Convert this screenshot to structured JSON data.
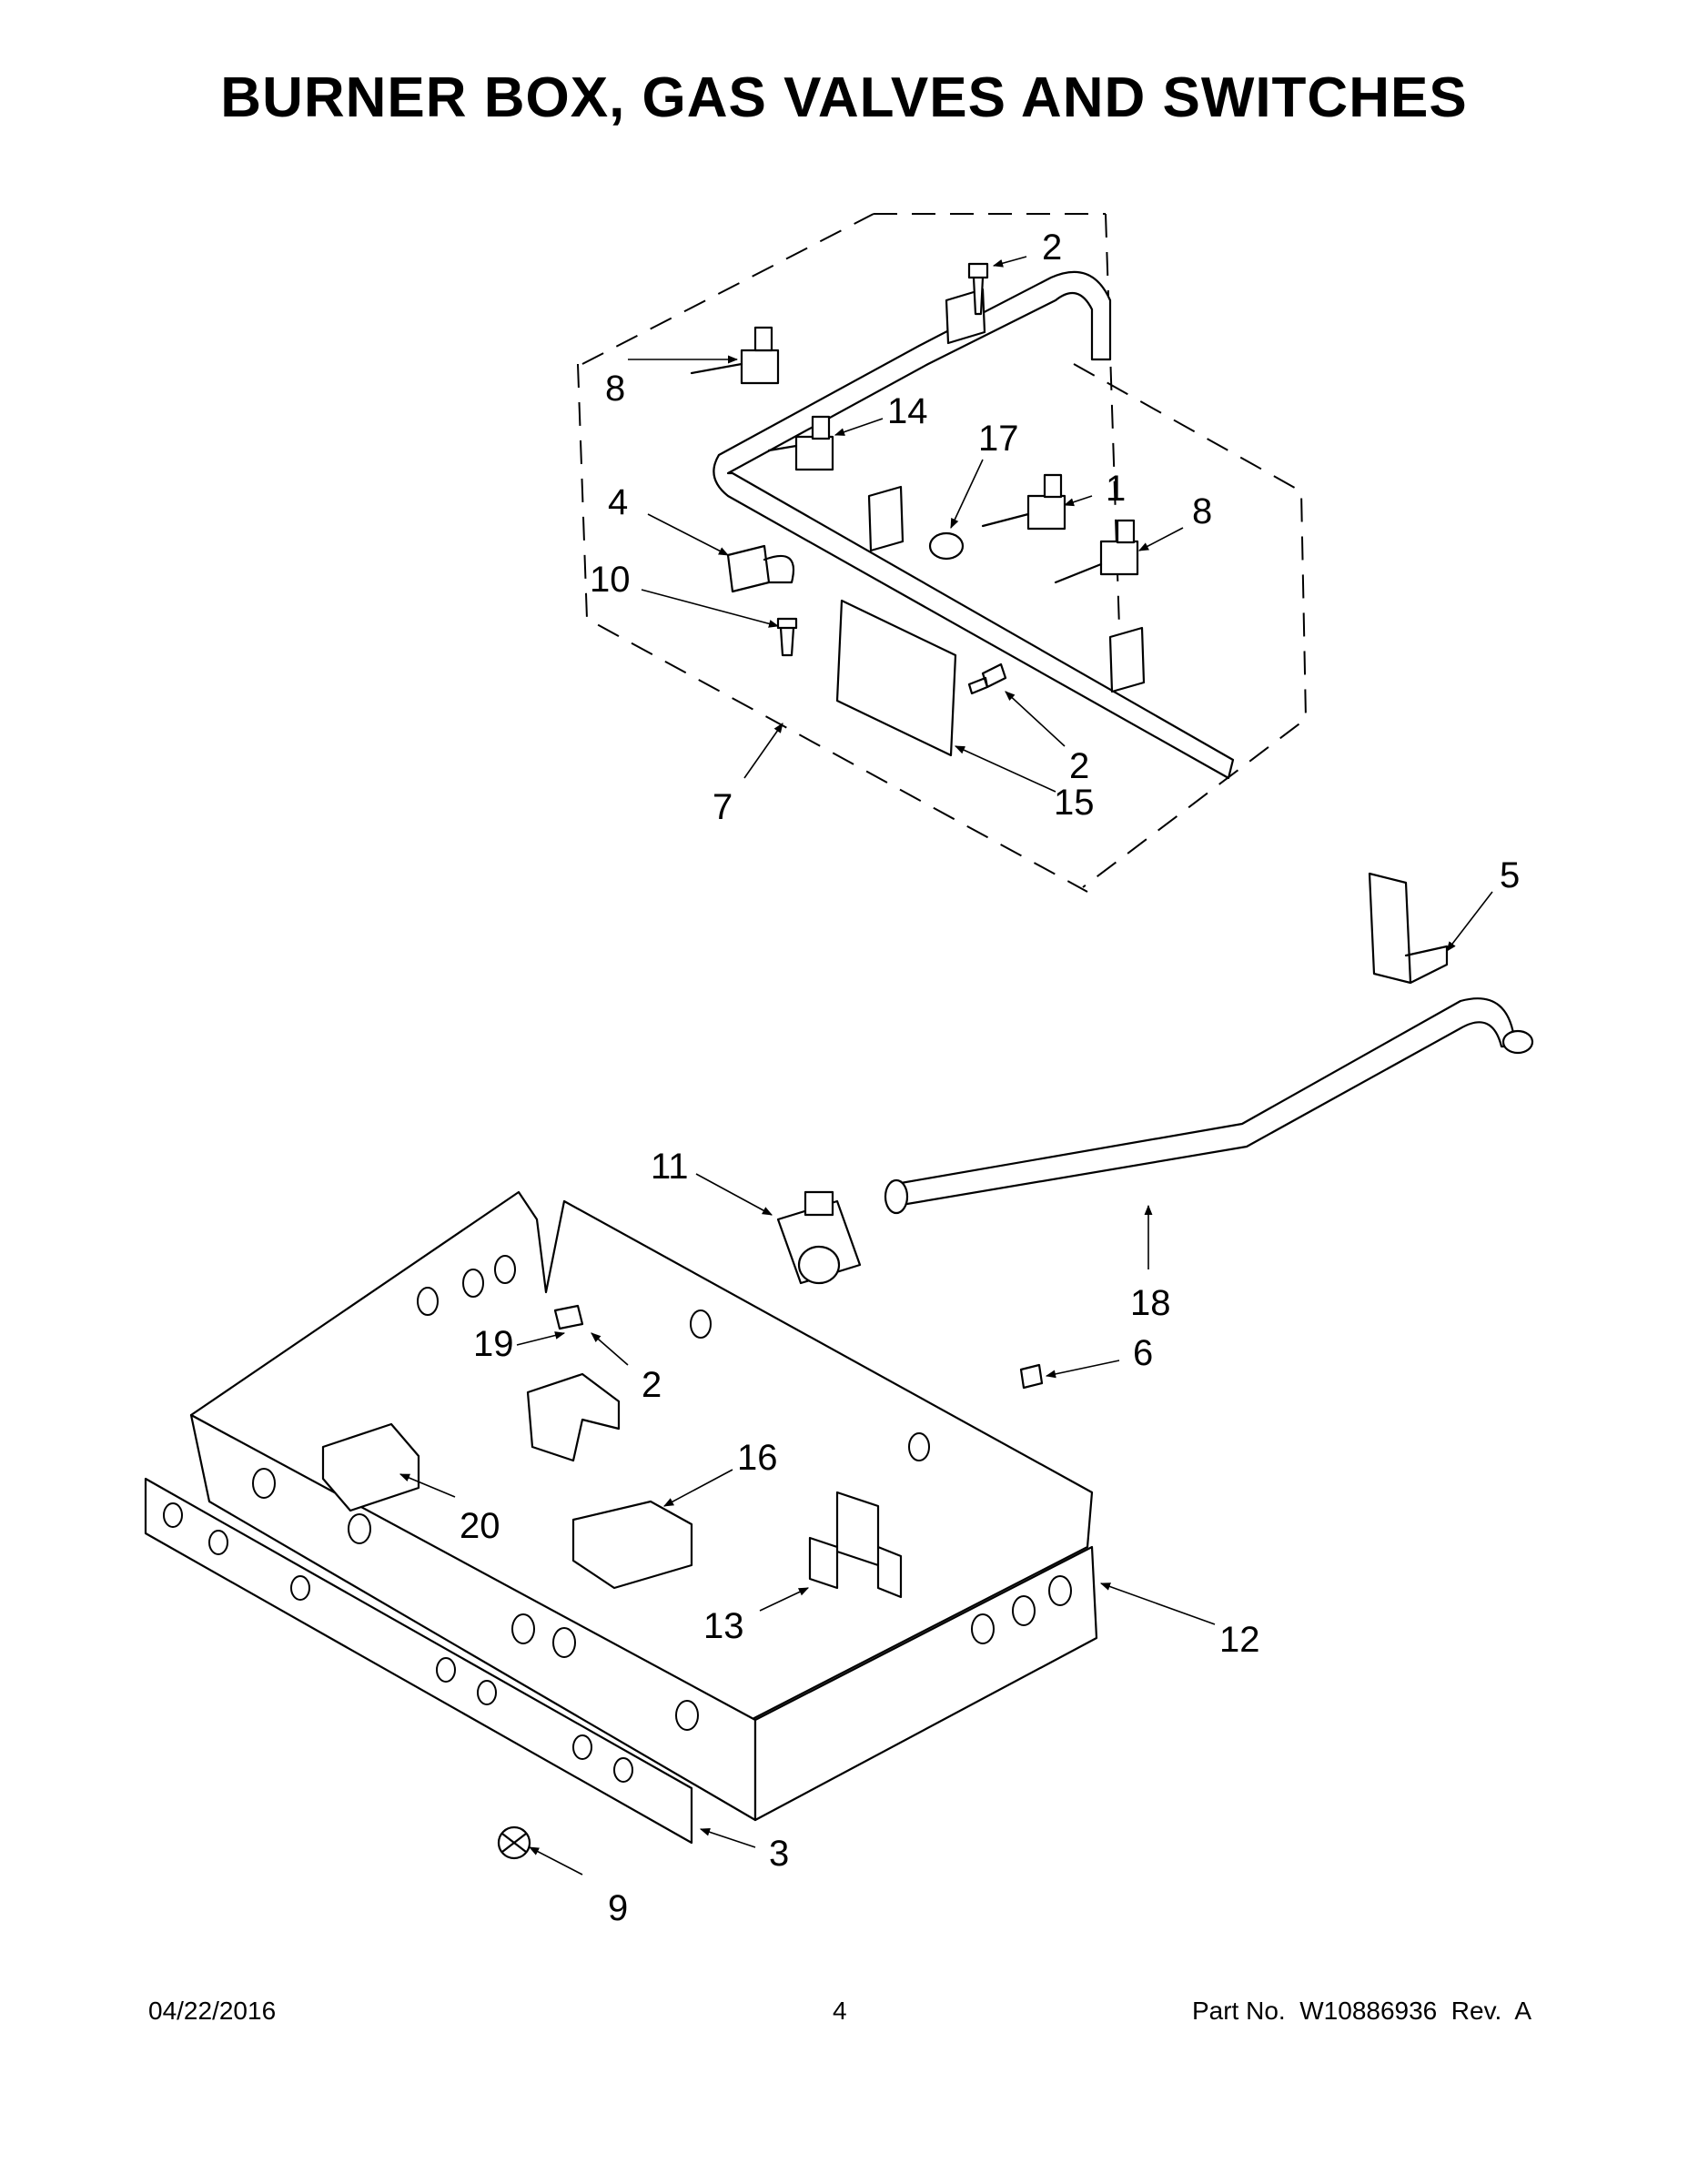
{
  "title": "BURNER BOX, GAS VALVES AND SWITCHES",
  "callouts": [
    "2",
    "8",
    "14",
    "17",
    "1",
    "8",
    "4",
    "10",
    "2",
    "15",
    "7",
    "5",
    "11",
    "18",
    "19",
    "2",
    "6",
    "16",
    "20",
    "13",
    "12",
    "3",
    "9"
  ],
  "footer": {
    "date": "04/22/2016",
    "page": "4",
    "part_no": "Part No.  W10886936  Rev.  A"
  }
}
